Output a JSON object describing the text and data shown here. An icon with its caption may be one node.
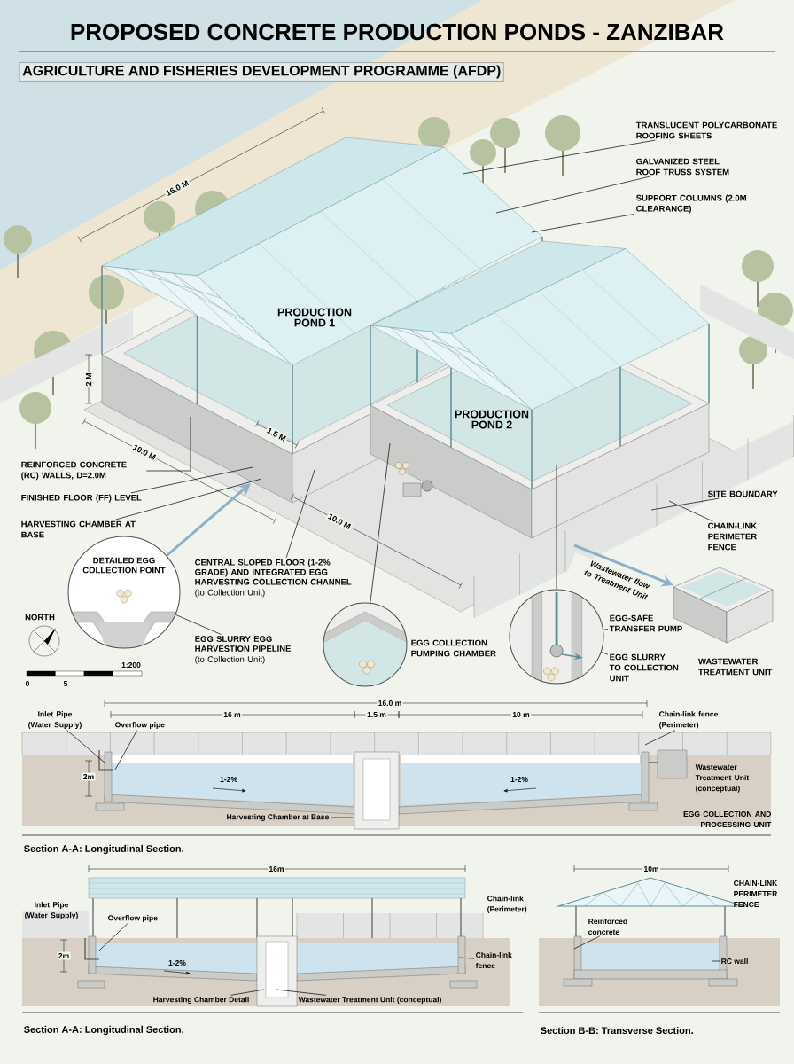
{
  "diagram": {
    "title": "PROPOSED CONCRETE PRODUCTION PONDS - ZANZIBAR",
    "nodes": [
      {
        "text": [
          "TRANSLUCENT POLYCARBONATE ROOFING SHEETS"
        ]
      },
      {
        "text": [
          "GALVANIZED STEEL ROOF TRUSS SYSTEM"
        ]
      },
      {
        "text": [
          "SUPPORT COLUMNS (2.0M CLEARANCE)"
        ]
      },
      {
        "text": [
          "REINFORCED CONCRETE (RC) WALLS, D=2.0M"
        ]
      },
      {
        "text": [
          "FINISHED FLOOR (FF) LEVEL"
        ]
      },
      {
        "text": [
          "HARVESTING CHAMBER AT BASE"
        ]
      },
      {
        "text": [
          "DETAILED EGG COLLECTION POINT"
        ]
      },
      {
        "text": [
          "CENTRAL SLOPED FLOOR (1-2% GRADE) AND INTEGRATED EGG HARVESTING COLLECTION CHANNEL",
          "(to Collection Unit)"
        ]
      },
      {
        "text": [
          "EGG SLURRY EGG HARVESTION PIPELINE",
          "(to Collection Unit)"
        ]
      },
      {
        "text": [],
        "shape": "circle",
        "beside": [
          "EGG COLLECTION PUMPING CHAMBER"
        ]
      },
      {
        "text": [],
        "shape": "circle"
      },
      {
        "text": [
          "EGG-SAFE TRANSFER PUMP"
        ]
      },
      {
        "text": [
          "EGG SLURRY TO COLLECTION UNIT"
        ]
      },
      {
        "text": [
          "SITE BOUNDARY"
        ]
      },
      {
        "text": [
          "CHAIN-LINK PERIMETER FENCE"
        ]
      },
      {
        "text": [],
        "shape": "box",
        "beside": [
          "WASTEWATER TREATMENT UNIT"
        ]
      },
      {
        "text": [
          "Inlet Pipe (Water Supply)"
        ]
      },
      {
        "text": [
          "Overflow pipe"
        ]
      },
      {
        "text": [
          "Chain-link fence (Perimeter)"
        ]
      },
      {
        "text": [
          "Harvesting Chamber at Base"
        ]
      },
      {
        "text": [
          "Overflow pipe"
        ]
      },
      {
        "text": [
          "Chain-link fence"
        ]
      },
      {
        "text": [
          "Harvesting Chamber Detail"
        ]
      },
      {
        "text": [
          "Wastewater Treatment Unit (conceptual)"
        ]
      },
      {
        "text": [
          "Reinforced concrete"
        ]
      },
      {
        "text": [
          "RC wall"
        ]
      },
      {
        "text": [],
        "shape": "picture"
      },
      {
        "text": [],
        "shape": "picture"
      }
    ],
    "edges": [
      {
        "from": 0,
        "to": 26,
        "arrow": "none"
      },
      {
        "from": 1,
        "to": 26,
        "arrow": "none"
      },
      {
        "from": 2,
        "to": 26,
        "arrow": "none"
      },
      {
        "from": 3,
        "to": 26,
        "arrow": "none"
      },
      {
        "from": 4,
        "to": 26,
        "arrow": "none"
      },
      {
        "from": 5,
        "to": 26,
        "arrow": "none"
      },
      {
        "from": 6,
        "to": 26,
        "arrow": "to",
        "style": "thick",
        "color": "#8fb0cc"
      },
      {
        "from": 7,
        "to": 26,
        "arrow": "none"
      },
      {
        "from": 8,
        "to": 6,
        "arrow": "none"
      },
      {
        "from": 9,
        "to": 26,
        "arrow": "none"
      },
      {
        "from": 10,
        "to": 26,
        "arrow": "none"
      },
      {
        "from": 11,
        "to": 10,
        "arrow": "none"
      },
      {
        "from": 12,
        "to": 10,
        "arrow": "none"
      },
      {
        "from": 13,
        "to": 27,
        "arrow": "none"
      },
      {
        "from": 14,
        "to": 27,
        "arrow": "none"
      },
      {
        "from": 27,
        "to": 15,
        "arrow": "to",
        "label": "Wastewater flow to Treatment Unit",
        "style": "thick",
        "color": "#8fb0cc"
      },
      {
        "from": 16,
        "to": null,
        "arrow": "none"
      },
      {
        "from": 17,
        "to": null,
        "arrow": "none"
      },
      {
        "from": 18,
        "to": null,
        "arrow": "none"
      },
      {
        "from": 19,
        "to": null,
        "arrow": "none"
      },
      {
        "from": 20,
        "to": null,
        "arrow": "none"
      },
      {
        "from": 21,
        "to": null,
        "arrow": "none"
      },
      {
        "from": 22,
        "to": null,
        "arrow": "none"
      },
      {
        "from": 23,
        "to": null,
        "arrow": "none"
      },
      {
        "from": 24,
        "to": null,
        "arrow": "none"
      },
      {
        "from": 25,
        "to": null,
        "arrow": "none"
      }
    ],
    "labels": [
      "AGRICULTURE AND FISHERIES DEVELOPMENT PROGRAMME (AFDP)",
      "PRODUCTION POND 1",
      "PRODUCTION POND 2",
      "16.0 M",
      "2 M",
      "1.5 M",
      "10.0 M",
      "10.0 M",
      "NORTH",
      "1:200",
      "0",
      "5",
      "16.0 m",
      "16 m",
      "1.5 m",
      "10 m",
      "2m",
      "1-2%",
      "1-2%",
      "Wastewater Treatment Unit (conceptual)",
      "EGG COLLECTION AND PROCESSING UNIT",
      "Section A-A: Longitudinal Section.",
      "16m",
      "Inlet Pipe (Water Supply)",
      "Chain-link (Perimeter)",
      "2m",
      "1-2%",
      "10m",
      "CHAIN-LINK PERIMETER FENCE",
      "Section A-A: Longitudinal Section.",
      "Section B-B: Transverse Section."
    ]
  }
}
